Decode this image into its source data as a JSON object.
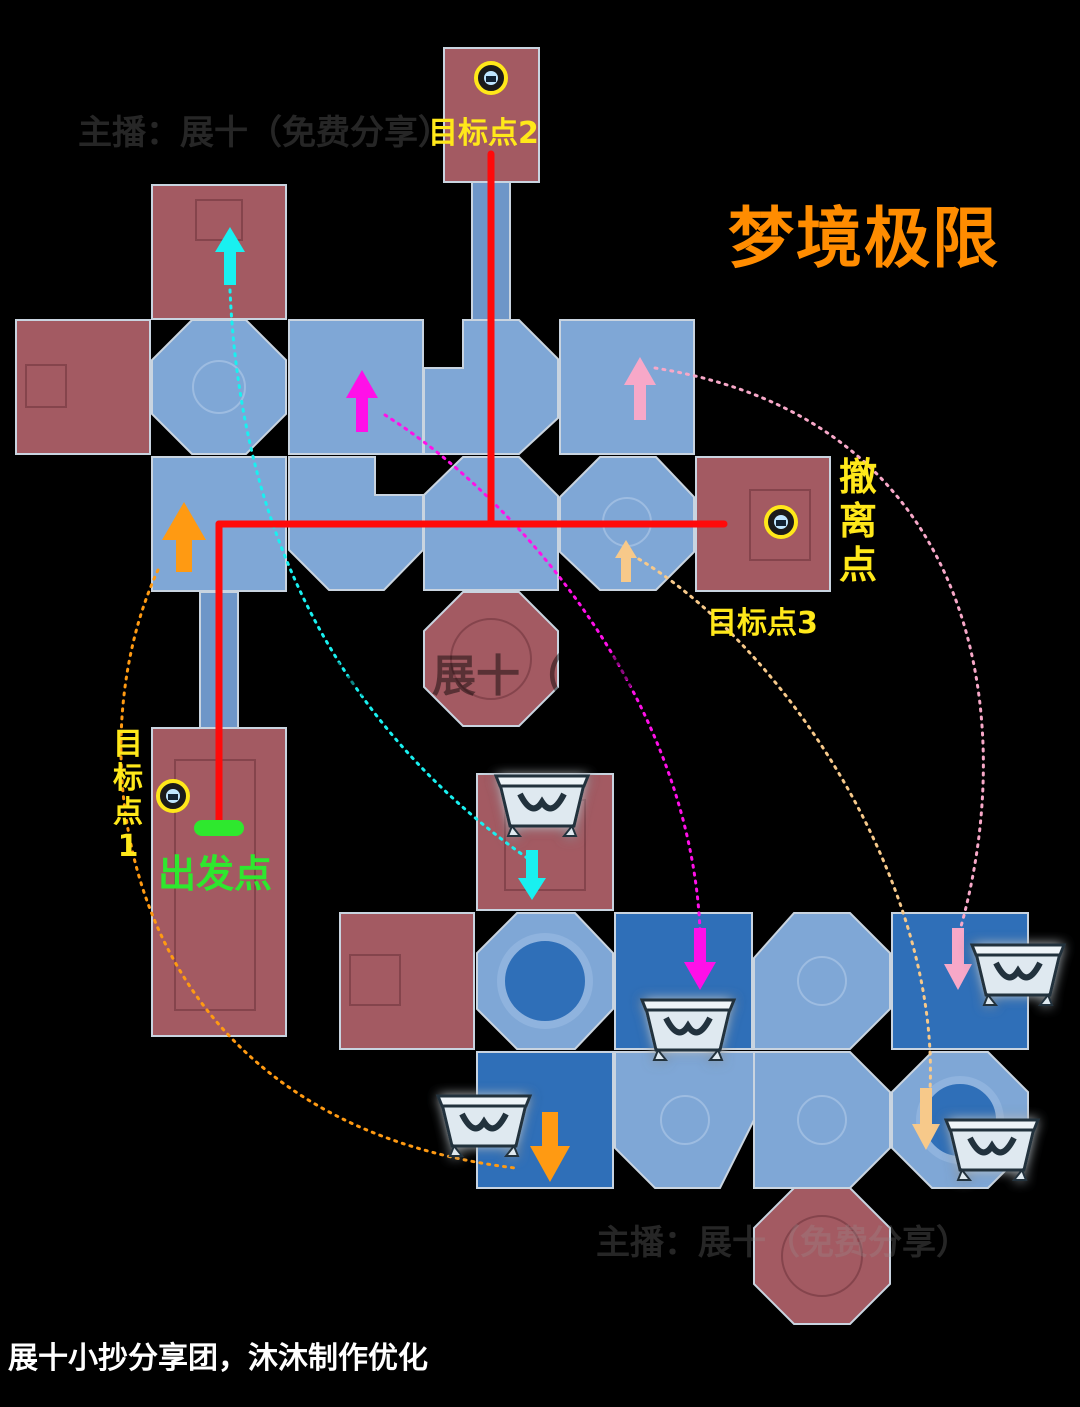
{
  "map": {
    "title": "梦境极限",
    "target_1": "目标点1",
    "target_2": "目标点2",
    "target_3": "目标点3",
    "exit": "撤离点",
    "start": "出发点"
  },
  "watermarks": [
    "主播：展十（免费分享）",
    "主播：展十（免费分享）",
    "主播：展十（免费分享）"
  ],
  "credit": "展十小抄分享团，沐沐制作优化",
  "colors": {
    "background": "#000000",
    "title": "#ff8c00",
    "target_labels": "#ffe81a",
    "start_label": "#2ee82e",
    "route": "#ff0a0a",
    "room_red": "#a35a62",
    "room_blue": "#7fa7d6",
    "room_deep_blue": "#2f6fb8",
    "arrow_cyan": "#19f0f0",
    "arrow_magenta": "#ff10e8",
    "arrow_pink": "#f7a8c8",
    "arrow_peach": "#f7c98a",
    "arrow_orange": "#ff9a12"
  },
  "icons": [
    "target-marker-icon",
    "treasure-chest-icon",
    "direction-arrow-icon"
  ]
}
